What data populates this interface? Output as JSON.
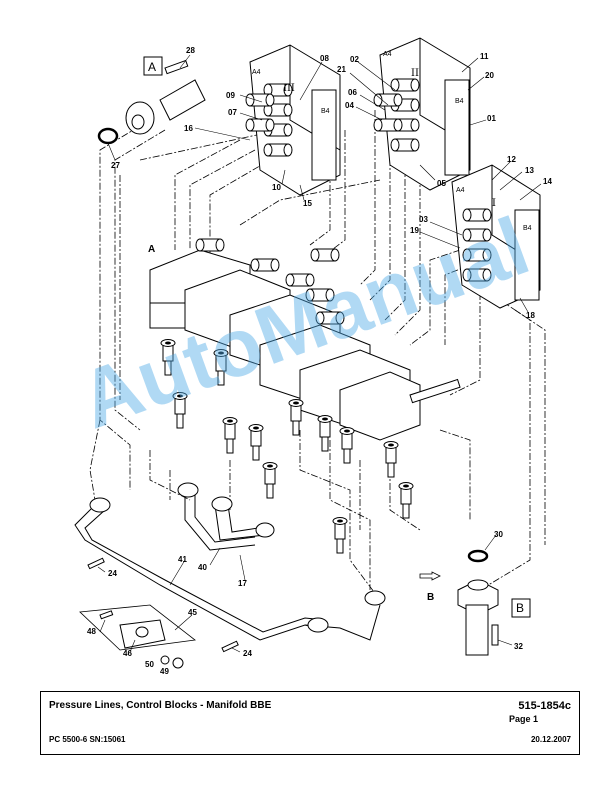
{
  "drawing": {
    "view_labels": [
      "A",
      "B"
    ],
    "flow_labels": [
      "A",
      "B"
    ],
    "block_numerals": [
      "III",
      "II",
      "I"
    ],
    "ports": [
      "A4",
      "B4"
    ],
    "callouts": [
      "28",
      "27",
      "16",
      "09",
      "07",
      "08",
      "10",
      "15",
      "02",
      "21",
      "06",
      "04",
      "11",
      "20",
      "01",
      "05",
      "12",
      "13",
      "14",
      "03",
      "19",
      "18",
      "30",
      "32",
      "41",
      "40",
      "17",
      "24",
      "45",
      "48",
      "46",
      "50",
      "49"
    ],
    "icons": [
      "flow-arrow-icon"
    ]
  },
  "watermark": {
    "text": "AutoManual"
  },
  "footer": {
    "title": "Pressure Lines, Control Blocks - Manifold BBE",
    "doc_number": "515-1854c",
    "page": "Page 1",
    "model": "PC 5500-6 SN:15061",
    "date": "20.12.2007"
  }
}
